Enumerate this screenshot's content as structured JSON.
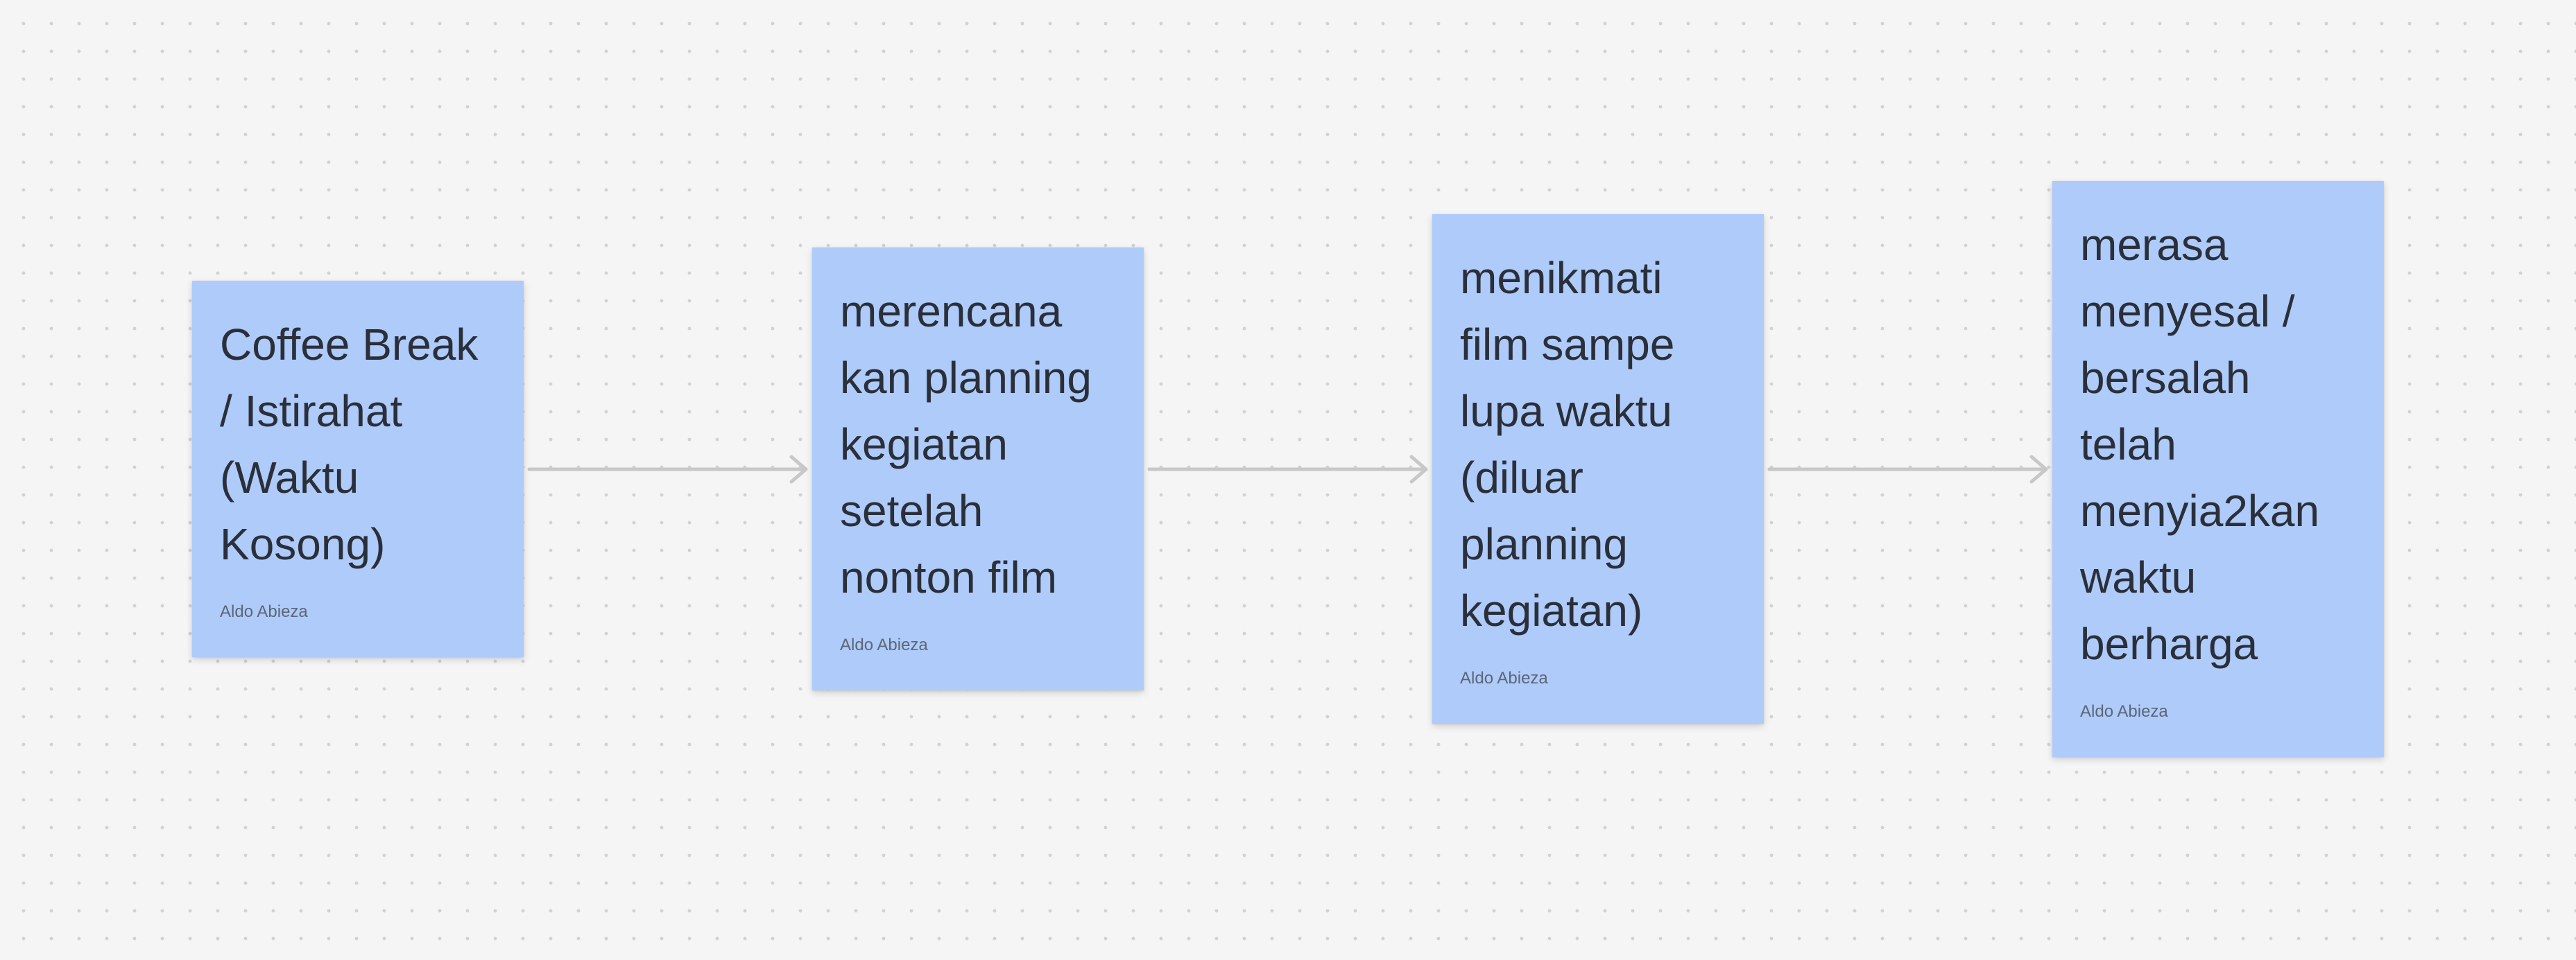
{
  "board": {
    "notes": [
      {
        "text": "Coffee Break / Istirahat (Waktu Kosong)",
        "author": "Aldo Abieza"
      },
      {
        "text": "merencana kan planning kegiatan setelah nonton film",
        "author": "Aldo Abieza"
      },
      {
        "text": "menikmati film sampe lupa waktu (diluar planning kegiatan)",
        "author": "Aldo Abieza"
      },
      {
        "text": "merasa menyesal / bersalah telah menyia2kan waktu berharga",
        "author": "Aldo Abieza"
      }
    ]
  },
  "colors": {
    "note_fill": "#aecbfa",
    "note_text": "#2a2f3a",
    "author_text": "#5d6676",
    "connector": "#c8c8c8",
    "background": "#f5f5f5"
  }
}
